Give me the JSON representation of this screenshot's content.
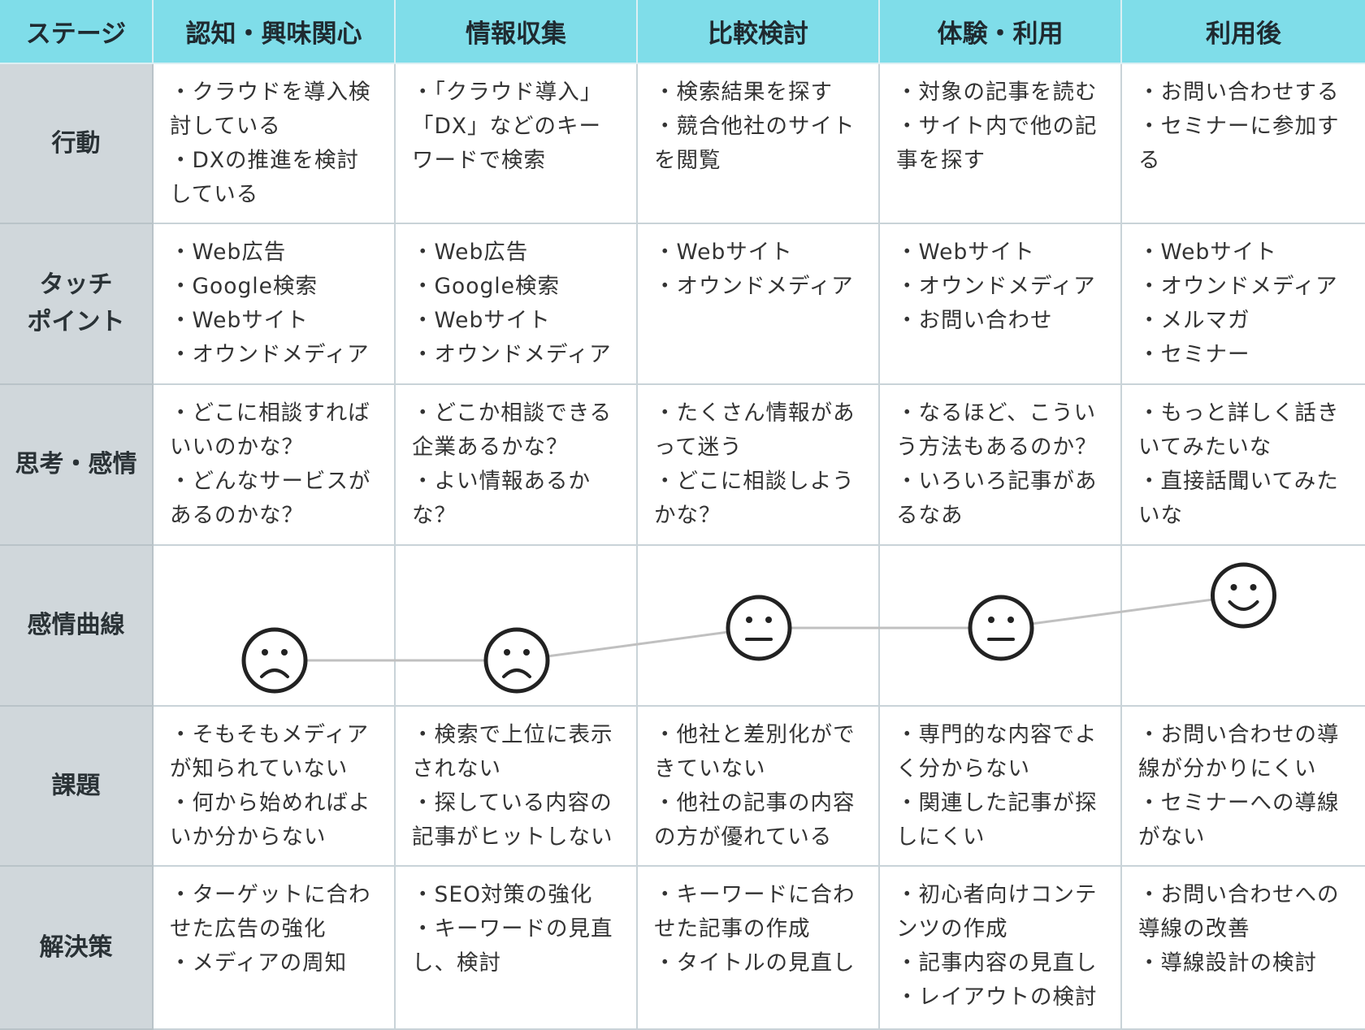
{
  "stages_header": "ステージ",
  "stages": [
    "認知・興味関心",
    "情報収集",
    "比較検討",
    "体験・利用",
    "利用後"
  ],
  "rows": {
    "action": {
      "label": "行動",
      "cells": [
        [
          "・クラウドを導入検",
          "討している",
          "・DXの推進を検討",
          "している"
        ],
        [
          "・「クラウド導入」",
          "「DX」などのキー",
          "ワードで検索"
        ],
        [
          "・検索結果を探す",
          "・競合他社のサイト",
          "を閲覧"
        ],
        [
          "・対象の記事を読む",
          "・サイト内で他の記",
          "事を探す"
        ],
        [
          "・お問い合わせする",
          "・セミナーに参加す",
          "る"
        ]
      ]
    },
    "touchpoint": {
      "label": "タッチ\nポイント",
      "cells": [
        [
          "・Web広告",
          "・Google検索",
          "・Webサイト",
          "・オウンドメディア"
        ],
        [
          "・Web広告",
          "・Google検索",
          "・Webサイト",
          "・オウンドメディア"
        ],
        [
          "・Webサイト",
          "・オウンドメディア"
        ],
        [
          "・Webサイト",
          "・オウンドメディア",
          "・お問い合わせ"
        ],
        [
          "・Webサイト",
          "・オウンドメディア",
          "・メルマガ",
          "・セミナー"
        ]
      ]
    },
    "thoughts": {
      "label": "思考・感情",
      "cells": [
        [
          "・どこに相談すれば",
          "いいのかな？",
          "・どんなサービスが",
          "あるのかな？"
        ],
        [
          "・どこか相談できる",
          "企業あるかな？",
          "・よい情報あるか",
          "な？"
        ],
        [
          "・たくさん情報があ",
          "って迷う",
          "・どこに相談しよう",
          "かな？"
        ],
        [
          "・なるほど、こうい",
          "う方法もあるのか？",
          "・いろいろ記事があ",
          "るなあ"
        ],
        [
          "・もっと詳しく話き",
          "いてみたいな",
          "・直接話聞いてみた",
          "いな"
        ]
      ]
    },
    "emotion_curve": {
      "label": "感情曲線",
      "faces": [
        "sad",
        "sad",
        "neutral",
        "neutral",
        "happy"
      ],
      "levels": [
        1,
        1,
        2,
        2,
        3
      ]
    },
    "issues": {
      "label": "課題",
      "cells": [
        [
          "・そもそもメディア",
          "が知られていない",
          "・何から始めればよ",
          "いか分からない"
        ],
        [
          "・検索で上位に表示",
          "されない",
          "・探している内容の",
          "記事がヒットしない"
        ],
        [
          "・他社と差別化がで",
          "きていない",
          "・他社の記事の内容",
          "の方が優れている"
        ],
        [
          "・専門的な内容でよ",
          "く分からない",
          "・関連した記事が探",
          "しにくい"
        ],
        [
          "・お問い合わせの導",
          "線が分かりにくい",
          "・セミナーへの導線",
          "がない"
        ]
      ]
    },
    "solutions": {
      "label": "解決策",
      "cells": [
        [
          "・ターゲットに合わ",
          "せた広告の強化",
          "・メディアの周知"
        ],
        [
          "・SEO対策の強化",
          "・キーワードの見直",
          "し、検討"
        ],
        [
          "・キーワードに合わ",
          "せた記事の作成",
          "・タイトルの見直し"
        ],
        [
          "・初心者向けコンテ",
          "ンツの作成",
          "・記事内容の見直し",
          "・レイアウトの検討"
        ],
        [
          "・お問い合わせへの",
          "導線の改善",
          "・導線設計の検討"
        ]
      ]
    }
  },
  "colors": {
    "header_bg": "#7fdde9",
    "rowhead_bg": "#d0d7db",
    "grid_line": "#c9d3d8",
    "curve_line": "#c0c0c0",
    "face_stroke": "#222222"
  }
}
